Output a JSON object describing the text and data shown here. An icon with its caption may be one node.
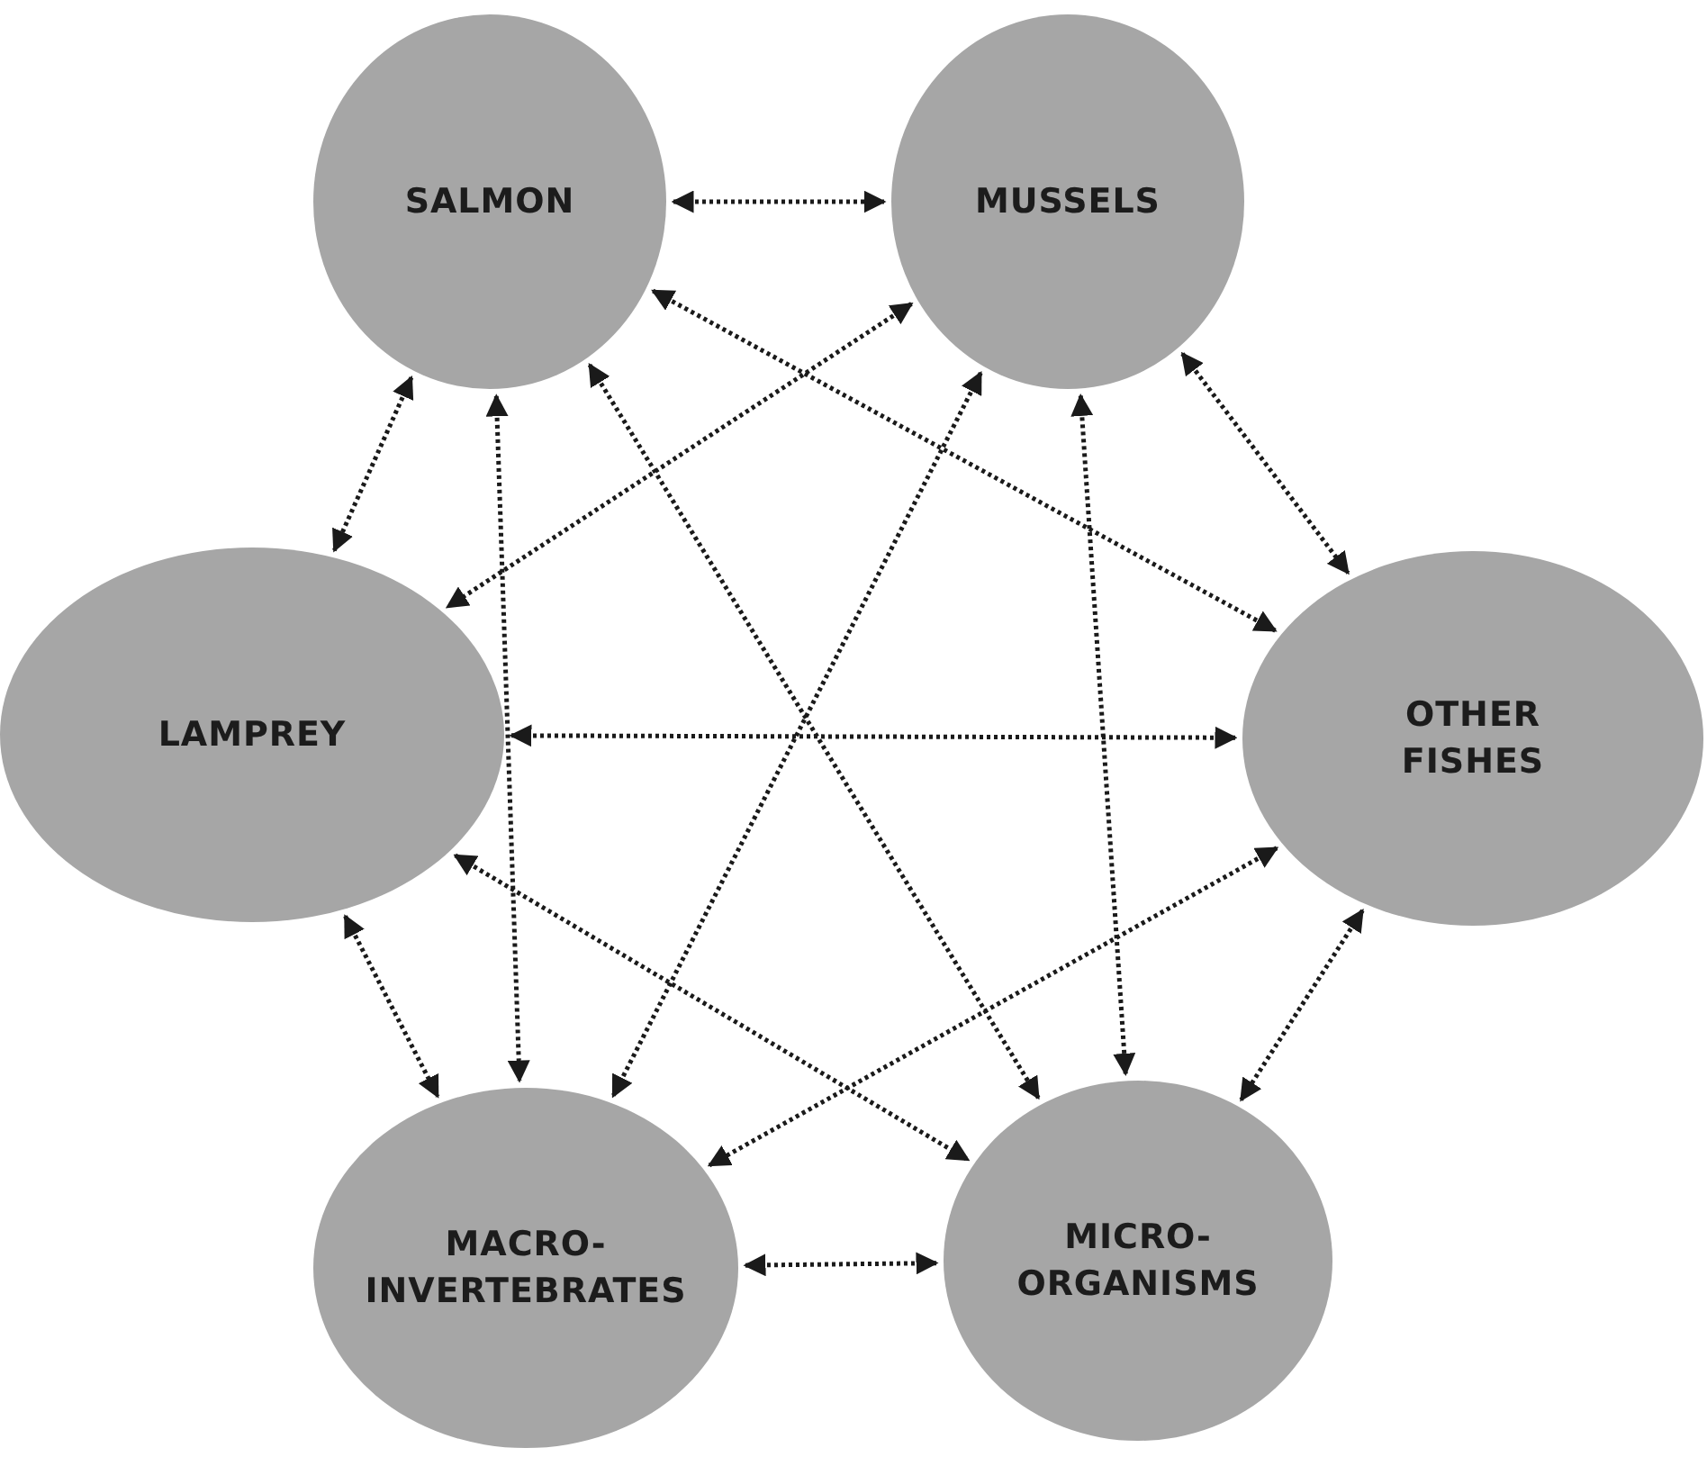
{
  "diagram": {
    "nodes": [
      {
        "text": [
          "SALMON"
        ]
      },
      {
        "text": [
          "MUSSELS"
        ]
      },
      {
        "text": [
          "LAMPREY"
        ]
      },
      {
        "text": [
          "OTHER FISHES"
        ]
      },
      {
        "text": [
          "MACRO- INVERTEBRATES"
        ]
      },
      {
        "text": [
          "MICRO- ORGANISMS"
        ]
      }
    ],
    "edges": [
      {
        "from": 0,
        "to": 1,
        "arrow": "both"
      },
      {
        "from": 0,
        "to": 2,
        "arrow": "both"
      },
      {
        "from": 0,
        "to": 3,
        "arrow": "both"
      },
      {
        "from": 0,
        "to": 4,
        "arrow": "both"
      },
      {
        "from": 0,
        "to": 5,
        "arrow": "both"
      },
      {
        "from": 1,
        "to": 2,
        "arrow": "both"
      },
      {
        "from": 1,
        "to": 3,
        "arrow": "both"
      },
      {
        "from": 1,
        "to": 4,
        "arrow": "both"
      },
      {
        "from": 1,
        "to": 5,
        "arrow": "both"
      },
      {
        "from": 2,
        "to": 3,
        "arrow": "both"
      },
      {
        "from": 2,
        "to": 4,
        "arrow": "both"
      },
      {
        "from": 2,
        "to": 5,
        "arrow": "both"
      },
      {
        "from": 3,
        "to": 4,
        "arrow": "both"
      },
      {
        "from": 3,
        "to": 5,
        "arrow": "both"
      },
      {
        "from": 4,
        "to": 5,
        "arrow": "both"
      }
    ]
  }
}
